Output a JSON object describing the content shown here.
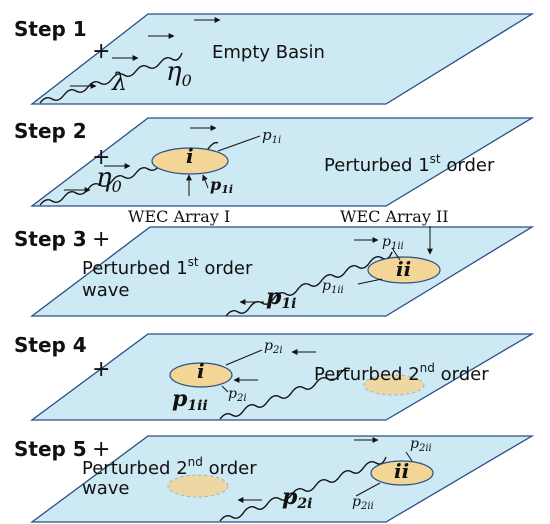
{
  "steps": [
    {
      "label": "Step 1",
      "plus": "+",
      "caption": "Empty Basin",
      "lambda": "λ",
      "eta": "η",
      "eta_sub": "0"
    },
    {
      "label": "Step 2",
      "plus": "+",
      "caption": "Perturbed 1",
      "caption_sup": "st",
      "caption_tail": " order",
      "wec_label": "i",
      "p1i_small": "p",
      "p1i_small_sub": "1i",
      "p1i_bold": "p",
      "p1i_bold_sub": "1i",
      "eta": "η",
      "eta_sub": "0"
    },
    {
      "label": "Step 3",
      "plus": "+",
      "caption_line1": "Perturbed 1",
      "caption_sup": "st",
      "caption_tail": " order",
      "caption_line2": "wave",
      "wec_label": "ii",
      "p1ii_top": "p",
      "p1ii_top_sub": "1ii",
      "p1ii_bottom": "p",
      "p1ii_bottom_sub": "1ii",
      "p1i_bold": "p",
      "p1i_bold_sub": "1i"
    },
    {
      "label": "Step 4",
      "plus": "+",
      "caption": "Perturbed 2",
      "caption_sup": "nd",
      "caption_tail": " order",
      "wec_label": "i",
      "p2i_top": "p",
      "p2i_top_sub": "2i",
      "p2i_small": "p",
      "p2i_small_sub": "2i",
      "p1ii_bold": "p",
      "p1ii_bold_sub": "1ii"
    },
    {
      "label": "Step 5",
      "plus": "+",
      "caption_line1": "Perturbed 2",
      "caption_sup": "nd",
      "caption_tail": " order",
      "caption_line2": "wave",
      "wec_label": "ii",
      "p2ii_top": "p",
      "p2ii_top_sub": "2ii",
      "p2ii_bottom": "p",
      "p2ii_bottom_sub": "2ii",
      "p2i_bold": "p",
      "p2i_bold_sub": "2i"
    }
  ],
  "arrays": {
    "array1": "WEC Array I",
    "array2": "WEC Array II"
  },
  "colors": {
    "water": "#cde9f3",
    "outline": "#2a4f88",
    "wec": "#f3d596"
  }
}
